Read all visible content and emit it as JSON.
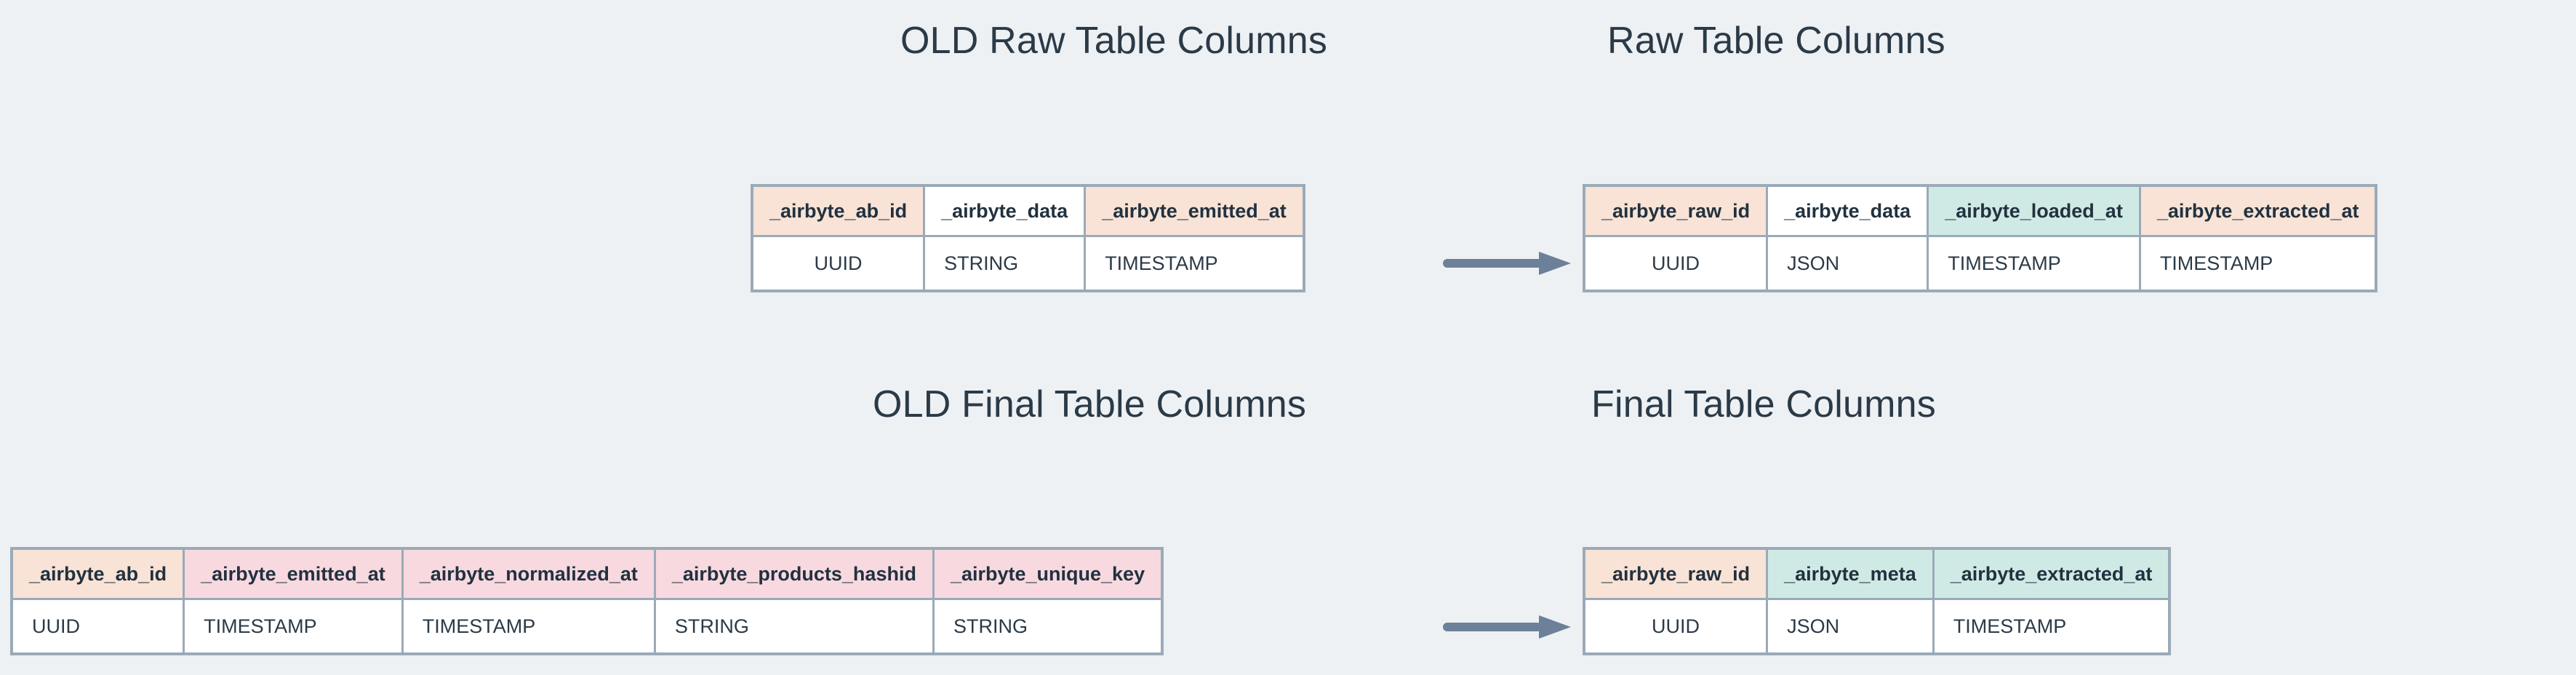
{
  "theme": {
    "background": "#edf1f4",
    "border": "#9baab8",
    "title_color": "#2b3a47",
    "shade_peach": "#f8e3d6",
    "shade_teal": "#cfeae5",
    "shade_pink": "#f7d9df",
    "arrow_color": "#6d8099"
  },
  "diagram": {
    "titles": {
      "old_raw": "OLD Raw Table Columns",
      "new_raw": "Raw Table Columns",
      "old_final": "OLD Final Table Columns",
      "new_final": "Final Table Columns"
    },
    "arrows": [
      {
        "name": "raw-transition-arrow",
        "from": "old_raw_table",
        "to": "new_raw_table"
      },
      {
        "name": "final-transition-arrow",
        "from": "old_final_table",
        "to": "new_final_table"
      }
    ],
    "tables": {
      "old_raw": {
        "title": "OLD Raw Table Columns",
        "columns": [
          {
            "name": "_airbyte_ab_id",
            "type": "UUID",
            "header_shade": "peach",
            "cell_shade": "white",
            "cell_align": "center"
          },
          {
            "name": "_airbyte_data",
            "type": "STRING",
            "header_shade": "white",
            "cell_shade": "peach",
            "cell_align": "left"
          },
          {
            "name": "_airbyte_emitted_at",
            "type": "TIMESTAMP",
            "header_shade": "peach",
            "cell_shade": "white",
            "cell_align": "left"
          }
        ]
      },
      "new_raw": {
        "title": "Raw Table Columns",
        "columns": [
          {
            "name": "_airbyte_raw_id",
            "type": "UUID",
            "header_shade": "peach",
            "cell_shade": "white",
            "cell_align": "center"
          },
          {
            "name": "_airbyte_data",
            "type": "JSON",
            "header_shade": "white",
            "cell_shade": "peach",
            "cell_align": "left"
          },
          {
            "name": "_airbyte_loaded_at",
            "type": "TIMESTAMP",
            "header_shade": "teal",
            "cell_shade": "white",
            "cell_align": "left"
          },
          {
            "name": "_airbyte_extracted_at",
            "type": "TIMESTAMP",
            "header_shade": "peach",
            "cell_shade": "white",
            "cell_align": "left"
          }
        ]
      },
      "old_final": {
        "title": "OLD Final Table Columns",
        "columns": [
          {
            "name": "_airbyte_ab_id",
            "type": "UUID",
            "header_shade": "peach",
            "cell_shade": "white",
            "cell_align": "left"
          },
          {
            "name": "_airbyte_emitted_at",
            "type": "TIMESTAMP",
            "header_shade": "pink",
            "cell_shade": "white",
            "cell_align": "left"
          },
          {
            "name": "_airbyte_normalized_at",
            "type": "TIMESTAMP",
            "header_shade": "pink",
            "cell_shade": "white",
            "cell_align": "left"
          },
          {
            "name": "_airbyte_products_hashid",
            "type": "STRING",
            "header_shade": "pink",
            "cell_shade": "white",
            "cell_align": "left"
          },
          {
            "name": "_airbyte_unique_key",
            "type": "STRING",
            "header_shade": "pink",
            "cell_shade": "white",
            "cell_align": "left"
          }
        ]
      },
      "new_final": {
        "title": "Final Table Columns",
        "columns": [
          {
            "name": "_airbyte_raw_id",
            "type": "UUID",
            "header_shade": "peach",
            "cell_shade": "white",
            "cell_align": "center"
          },
          {
            "name": "_airbyte_meta",
            "type": "JSON",
            "header_shade": "teal",
            "cell_shade": "white",
            "cell_align": "left"
          },
          {
            "name": "_airbyte_extracted_at",
            "type": "TIMESTAMP",
            "header_shade": "teal",
            "cell_shade": "white",
            "cell_align": "left"
          }
        ]
      }
    }
  }
}
